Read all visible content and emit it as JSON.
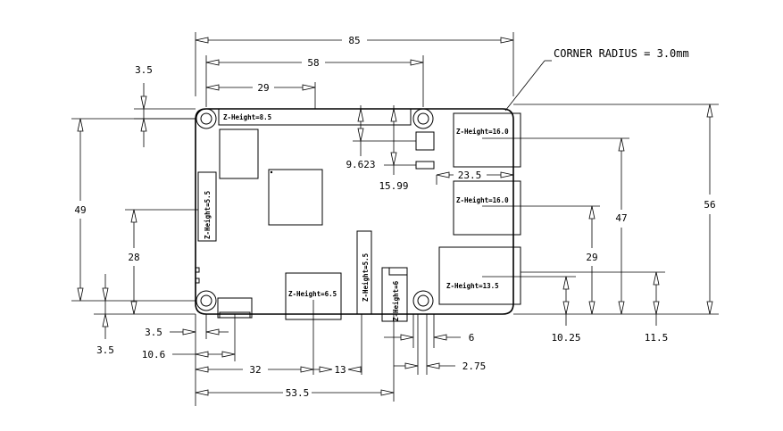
{
  "title_note": "CORNER RADIUS = 3.0mm",
  "dimensions": {
    "overall_width": "85",
    "hole_spacing_x": "58",
    "hole_left_x": "29",
    "top_hole_offset": "3.5",
    "ic_y_9623": "9.623",
    "ic_y_1599": "15.99",
    "usb_offset": "23.5",
    "overall_height": "56",
    "usb_47": "47",
    "usb_29": "29",
    "left_49": "49",
    "left_28": "28",
    "bottom_hole_offset": "3.5",
    "eth_1025": "10.25",
    "eth_115": "11.5",
    "power_35": "3.5",
    "power_106": "10.6",
    "hdmi_32": "32",
    "hdmi_13": "13",
    "audio_6": "6",
    "audio_275": "2.75",
    "audio_535": "53.5"
  },
  "components": {
    "gpio": "Z-Height=8.5",
    "usb_top": "Z-Height=16.0",
    "usb_bottom": "Z-Height=16.0",
    "ethernet": "Z-Height=13.5",
    "display": "Z-Height=5.5",
    "camera": "Z-Height=5.5",
    "hdmi": "Z-Height=6.5",
    "audio": "Z-Height=6"
  }
}
